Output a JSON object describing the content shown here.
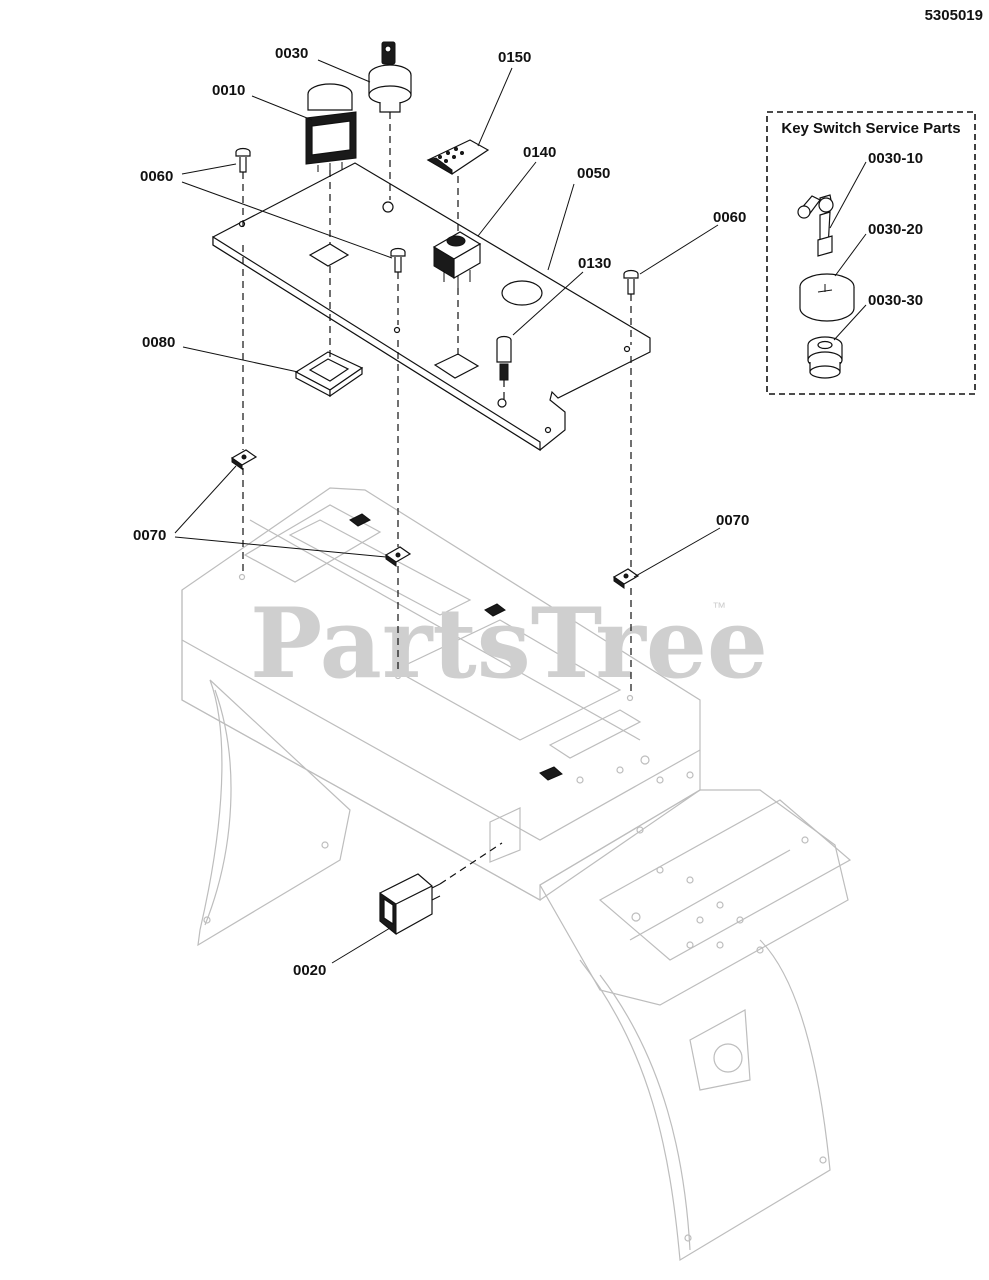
{
  "drawing_number": "5305019",
  "watermark": {
    "text": "PartsTree",
    "trademark": "™"
  },
  "service_box": {
    "title": "Key Switch Service Parts",
    "labels": [
      "0030-10",
      "0030-20",
      "0030-30"
    ]
  },
  "callouts": {
    "c0010": "0010",
    "c0020": "0020",
    "c0030": "0030",
    "c0050": "0050",
    "c0060_left": "0060",
    "c0060_right": "0060",
    "c0070_left": "0070",
    "c0070_right": "0070",
    "c0080": "0080",
    "c0130": "0130",
    "c0140": "0140",
    "c0150": "0150"
  }
}
